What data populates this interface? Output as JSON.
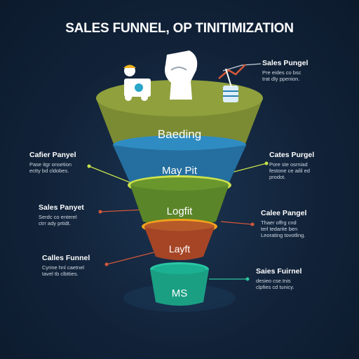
{
  "title": "SALES FUNNEL, OP TINITIMIZATION",
  "stages": [
    {
      "label": "Baeding",
      "color": "#7f8f35"
    },
    {
      "label": "May Pit",
      "color": "#2a7fb0"
    },
    {
      "label": "Logfit",
      "color": "#5d8a2a"
    },
    {
      "label": "Layft",
      "color": "#b44a2a"
    },
    {
      "label": "MS",
      "color": "#1fa58a"
    }
  ],
  "callouts": {
    "top_right": {
      "head": "Sales Pungel",
      "body": [
        "Pre eides co bsc",
        "trat dly ppenion."
      ]
    },
    "left_1": {
      "head": "Cafier Panyel",
      "body": [
        "Pase itgr onsetion",
        "ectty bd cldobes."
      ]
    },
    "right_1": {
      "head": "Cates Purgel",
      "body": [
        "Pore ste osrniad",
        "festone ce ailil ed",
        "prodot."
      ]
    },
    "left_2": {
      "head": "Sales Panyet",
      "body": [
        "Serdc co enterel",
        "ctrr ady prtidt."
      ]
    },
    "right_2": {
      "head": "Calee Pangel",
      "body": [
        "Thaer offrg cnd",
        "terl tedarite ben",
        "Leorating tovotling."
      ]
    },
    "left_3": {
      "head": "Calles Funnel",
      "body": [
        "Cyrine hnl caetnel",
        "tavel tb clbtties."
      ]
    },
    "right_3": {
      "head": "Saies Fuirnel",
      "body": [
        "desieo cse.tnis",
        "clpfies cd tunicy."
      ]
    }
  },
  "icons": [
    "person-icon",
    "fist-icon",
    "chart-icon"
  ],
  "colors": {
    "background": "#112238",
    "accent_line": "#c8e34a"
  }
}
